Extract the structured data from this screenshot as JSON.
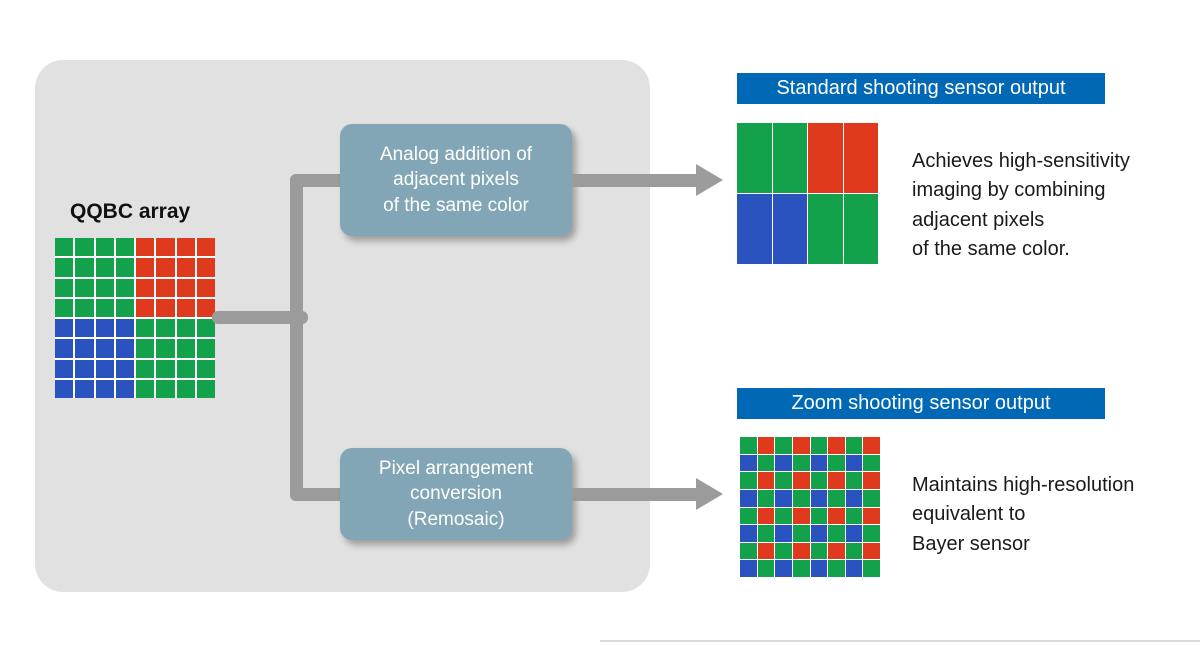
{
  "colors": {
    "green": "#14A14B",
    "red": "#E03A1E",
    "blue": "#2B53C0",
    "header_blue": "#0068B5",
    "box_fill": "#82A6B6",
    "panel_gray": "#E1E1E1",
    "connector_gray": "#9B9B9B",
    "text_dark": "#1A1A1A"
  },
  "panel": {
    "array_label": "QQBC array",
    "analog_box_label": "Analog addition of\nadjacent pixels\nof the same color",
    "remosaic_box_label": "Pixel arrangement\nconversion\n(Remosaic)"
  },
  "standard_output": {
    "header": "Standard shooting sensor output",
    "description": "Achieves high-sensitivity\nimaging by combining\nadjacent pixels\nof the same color."
  },
  "zoom_output": {
    "header": "Zoom shooting sensor output",
    "description": "Maintains high-resolution\nequivalent to\nBayer sensor"
  },
  "grids": {
    "qqbc": {
      "rows": 8,
      "cols": 8,
      "mode": "quadrant",
      "qrows": 4,
      "qcols": 4,
      "gap": 2,
      "pattern": [
        [
          "green",
          "red"
        ],
        [
          "blue",
          "green"
        ]
      ]
    },
    "standard": {
      "rows": 2,
      "cols": 4,
      "mode": "quadrant",
      "qrows": 1,
      "qcols": 2,
      "gap": 1,
      "pattern": [
        [
          "green",
          "red"
        ],
        [
          "blue",
          "green"
        ]
      ]
    },
    "bayer": {
      "rows": 8,
      "cols": 8,
      "mode": "repeat",
      "gap": 1,
      "pattern": [
        [
          "green",
          "red"
        ],
        [
          "blue",
          "green"
        ]
      ]
    }
  }
}
